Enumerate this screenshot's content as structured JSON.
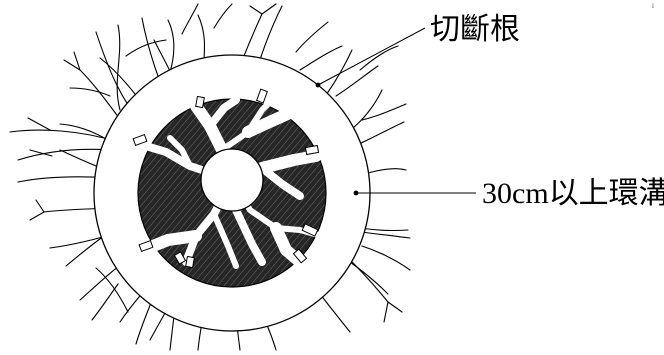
{
  "labels": {
    "cut_roots": "切斷根",
    "trench": "30cm以上環溝"
  },
  "page_mark": "i",
  "colors": {
    "ink": "#000000",
    "root_ball": "#262626",
    "paper": "#ffffff"
  }
}
